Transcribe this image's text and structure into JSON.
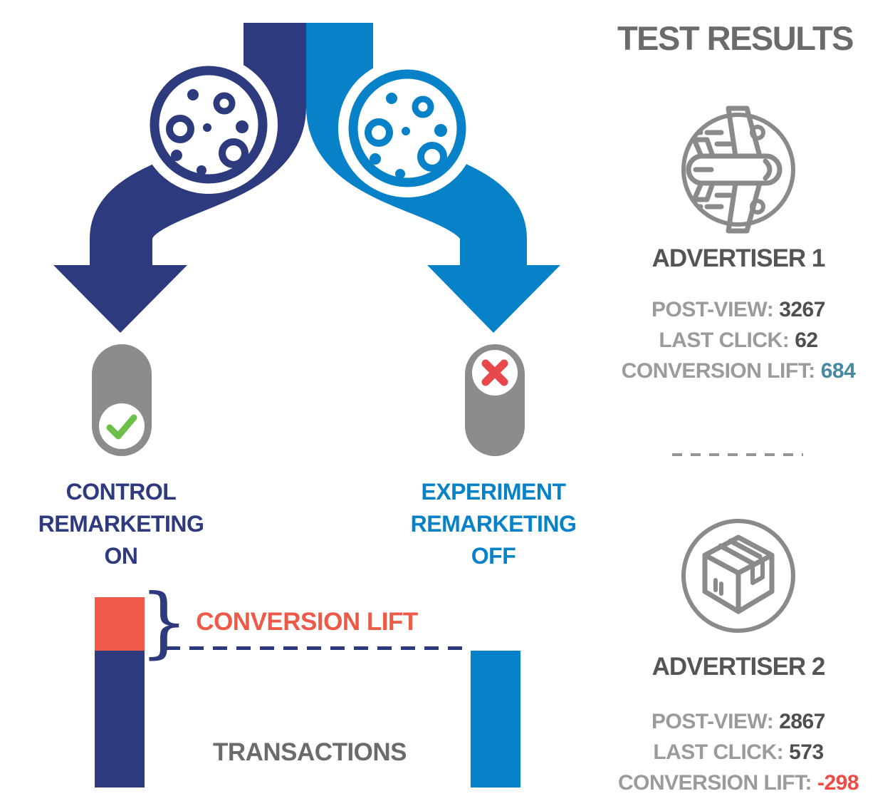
{
  "colors": {
    "navy": "#2d3a7d",
    "blue": "#0781c7",
    "coral": "#ee5a47",
    "green": "#6cc04a",
    "red": "#e8474b",
    "toggle_gray": "#8c8c8c",
    "icon_gray": "#8a8a8a",
    "heading_gray": "#6a6b6d",
    "label_gray": "#9b9b9b",
    "value_gray": "#4e4f51",
    "teal": "#47899f"
  },
  "flow": {
    "control": {
      "line1": "CONTROL",
      "line2": "REMARKETING",
      "line3": "ON",
      "toggle_state": "on"
    },
    "experiment": {
      "line1": "EXPERIMENT",
      "line2": "REMARKETING",
      "line3": "OFF",
      "toggle_state": "off"
    }
  },
  "chart": {
    "brace": "}",
    "lift_label": "CONVERSION LIFT",
    "transactions_label": "TRANSACTIONS"
  },
  "chart_data": {
    "type": "bar",
    "categories": [
      "CONTROL REMARKETING ON",
      "EXPERIMENT REMARKETING OFF"
    ],
    "series": [
      {
        "name": "TRANSACTIONS baseline",
        "values": [
          192,
          192
        ]
      },
      {
        "name": "CONVERSION LIFT",
        "values": [
          75,
          0
        ]
      }
    ],
    "note": "schematic comparison: control bar exceeds dashed baseline by the red conversion-lift segment"
  },
  "results": {
    "title": "TEST RESULTS",
    "advertisers": [
      {
        "name": "ADVERTISER 1",
        "icon": "airplane-icon",
        "stats": [
          {
            "label": "POST-VIEW:",
            "value": "3267"
          },
          {
            "label": "LAST CLICK:",
            "value": "62"
          },
          {
            "label": "CONVERSION LIFT:",
            "value": "684"
          }
        ]
      },
      {
        "name": "ADVERTISER 2",
        "icon": "package-icon",
        "stats": [
          {
            "label": "POST-VIEW:",
            "value": "2867"
          },
          {
            "label": "LAST CLICK:",
            "value": "573"
          },
          {
            "label": "CONVERSION LIFT:",
            "value": "-298"
          }
        ]
      }
    ]
  }
}
